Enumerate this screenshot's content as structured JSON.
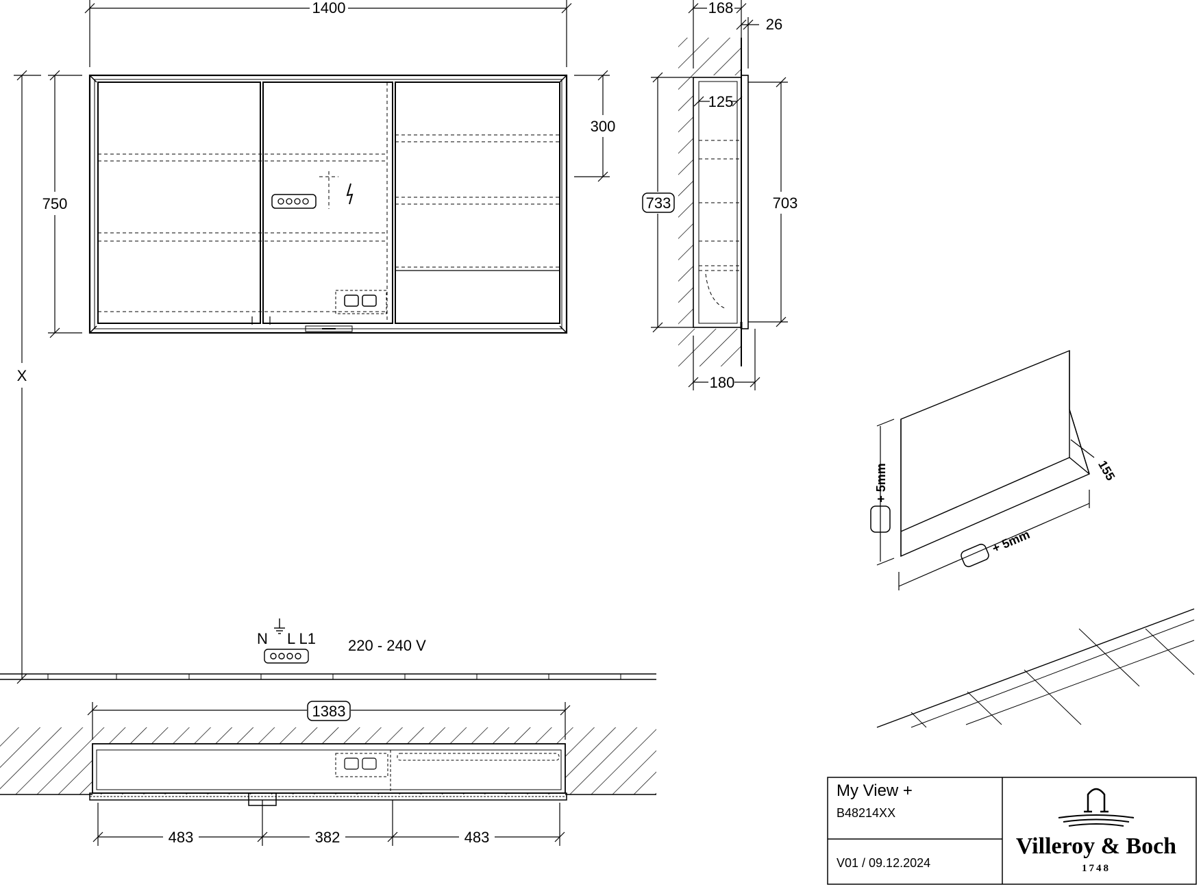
{
  "front_view": {
    "width_label": "1400",
    "height_label": "750",
    "top_offset_label": "300",
    "floor_distance_label": "X"
  },
  "side_view": {
    "depth_label": "168",
    "frame_label": "26",
    "inner_depth_label": "125",
    "height_label": "733",
    "inner_height_label": "703",
    "total_depth_label": "180"
  },
  "recess_view": {
    "height_tolerance_label": "+ 5mm",
    "width_tolerance_label": "+ 5mm",
    "depth_label": "155"
  },
  "electrical": {
    "terminal_label": "N ⏚ L L1",
    "voltage_label": "220 - 240 V"
  },
  "plan_view": {
    "inner_width_label": "1383",
    "left_door_label": "483",
    "center_door_label": "382",
    "right_door_label": "483"
  },
  "title_block": {
    "product_name": "My View +",
    "article_number": "B48214XX",
    "version": "V01 / 09.12.2024",
    "brand_name": "Villeroy & Boch",
    "brand_year": "1748"
  }
}
